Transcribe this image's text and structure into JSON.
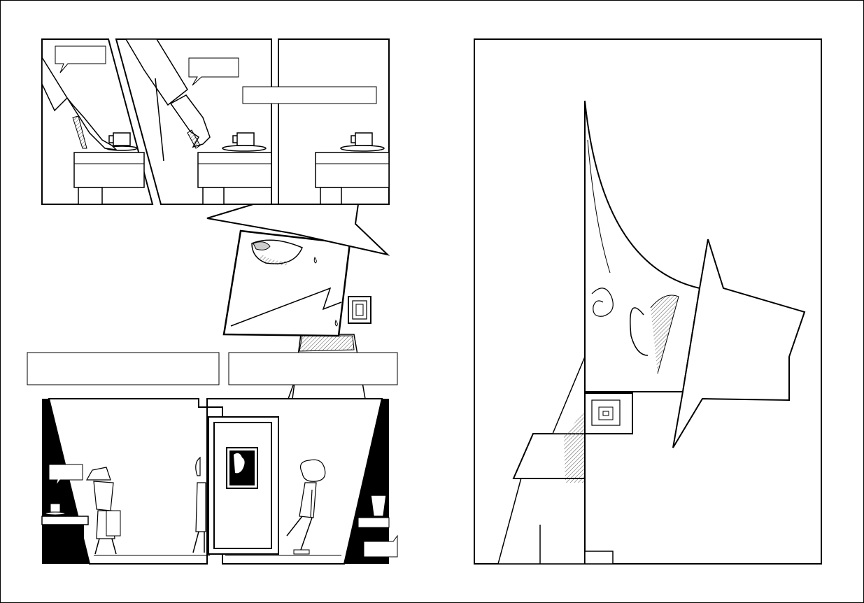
{
  "document": {
    "type": "comic-page-spread",
    "pages": [
      {
        "panels": [
          "hand-reaching-for-cup",
          "hand-leaving-cup",
          "cup-alone",
          "man-in-hat-closeup",
          "diner-scene-with-doorway",
          "hat-profile-splash"
        ]
      }
    ],
    "speech_balloons": [
      "",
      "",
      ""
    ],
    "caption_boxes": [
      "",
      "",
      "",
      "",
      ""
    ]
  },
  "colors": {
    "ink": "#000000",
    "paper": "#ffffff",
    "hatch": "#777777"
  }
}
